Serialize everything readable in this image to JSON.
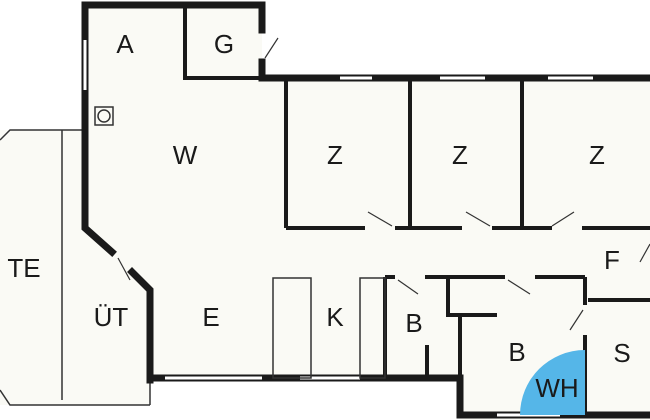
{
  "rooms": {
    "A": "A",
    "G": "G",
    "W": "W",
    "Z1": "Z",
    "Z2": "Z",
    "Z3": "Z",
    "TE": "TE",
    "UT": "ÜT",
    "E": "E",
    "K": "K",
    "B1": "B",
    "B2": "B",
    "F": "F",
    "S": "S",
    "WH": "WH"
  },
  "colors": {
    "wall": "#1a1a1a",
    "floor": "#fafaf5",
    "wh_highlight": "#55b6e8"
  }
}
